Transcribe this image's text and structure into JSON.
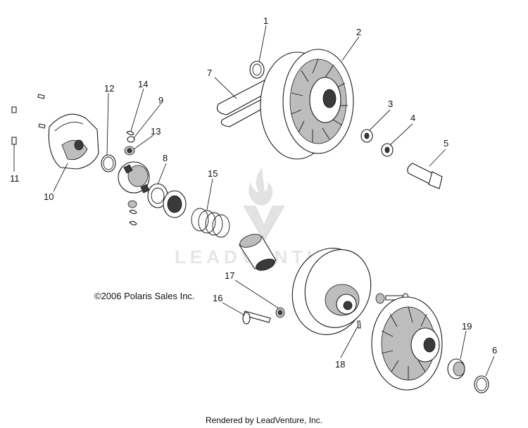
{
  "watermark": {
    "text": "LEADVENTURE"
  },
  "copyright": "©2006 Polaris Sales Inc.",
  "footer": "Rendered by LeadVenture, Inc.",
  "callouts": {
    "c1": "1",
    "c2": "2",
    "c3": "3",
    "c4": "4",
    "c5": "5",
    "c6": "6",
    "c7": "7",
    "c8": "8",
    "c9": "9",
    "c10": "10",
    "c11": "11",
    "c12": "12",
    "c13": "13",
    "c14": "14",
    "c15": "15",
    "c16": "16",
    "c17": "17",
    "c18": "18",
    "c19": "19"
  }
}
